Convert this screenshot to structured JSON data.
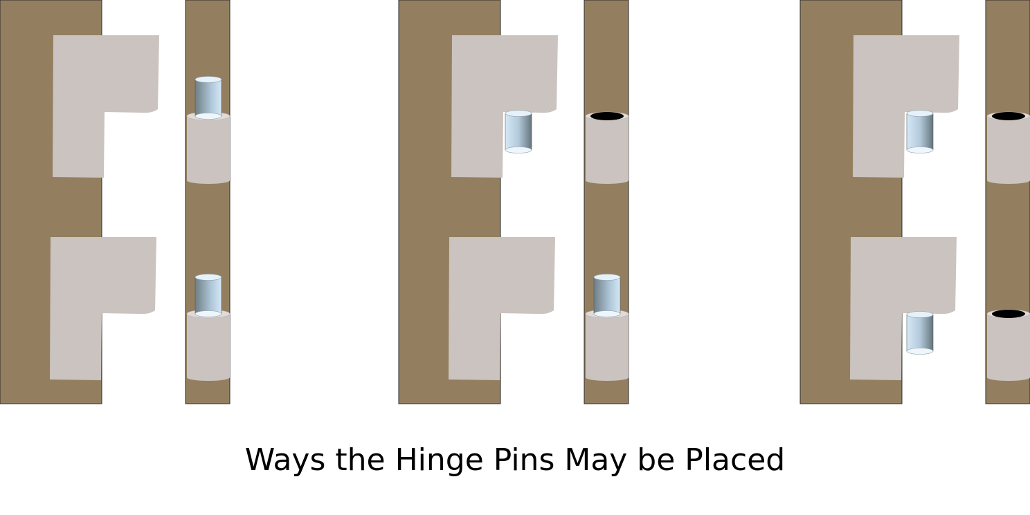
{
  "caption": "Ways the Hinge Pins May be Placed",
  "colors": {
    "wood": "#937f5f",
    "leaf": "#cbc3bf",
    "pin_light": "#c9e0f2",
    "pin_dark": "#6f7e85",
    "hole": "#000000",
    "outline": "#2b2b2b"
  },
  "configurations": [
    {
      "name": "config-pins-on-frame",
      "top_pin": "frame",
      "bottom_pin": "frame"
    },
    {
      "name": "config-pins-mixed",
      "top_pin": "door",
      "bottom_pin": "frame"
    },
    {
      "name": "config-pins-on-door",
      "top_pin": "door",
      "bottom_pin": "door"
    }
  ]
}
